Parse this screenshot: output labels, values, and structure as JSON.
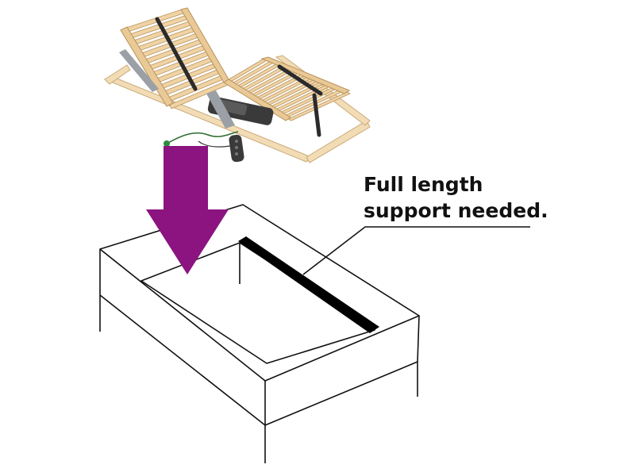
{
  "caption": {
    "line1": "Full length",
    "line2": "support needed."
  },
  "colors": {
    "arrow": "#8b1480",
    "outline": "#111111",
    "support_bar": "#000000",
    "slat_wood": "#f0d3a4",
    "frame_wood": "#f2dcb5",
    "strap": "#2b2b2b"
  },
  "icons": {
    "arrow": "down-arrow-icon",
    "slatted_frame": "adjustable-slatted-bed-frame",
    "remote": "wired-remote-icon"
  }
}
